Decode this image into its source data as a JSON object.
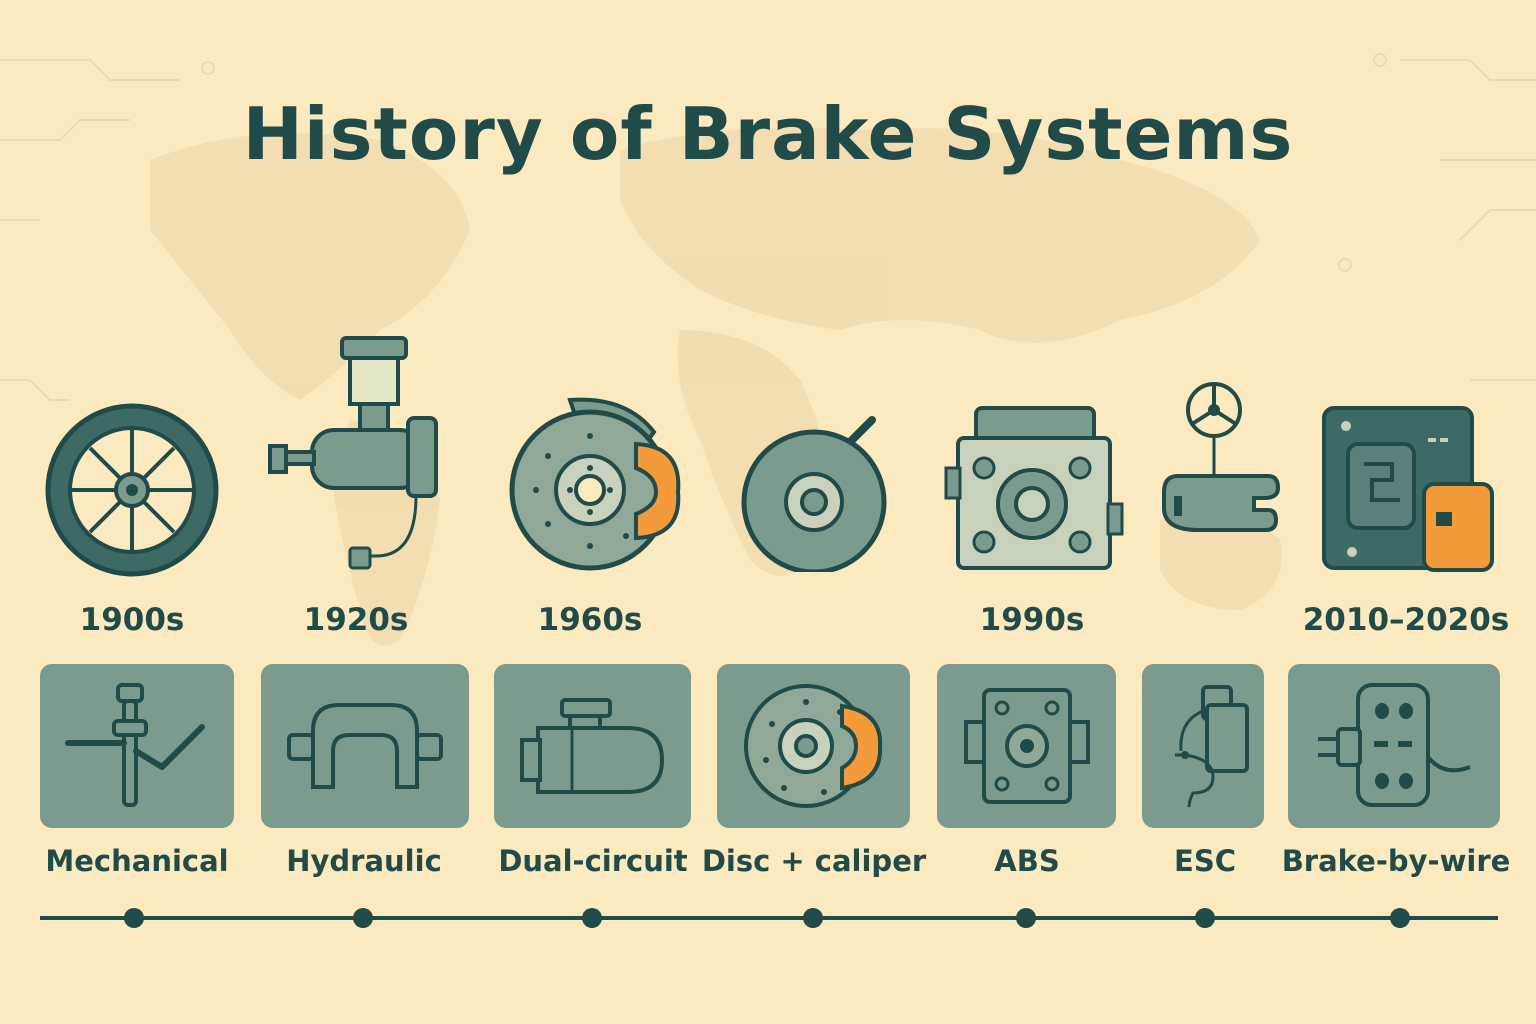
{
  "title": "History of Brake Systems",
  "colors": {
    "background": "#fbe9c0",
    "ink": "#214b49",
    "icon_fill": "#7a9b8d",
    "accent": "#f39a3a"
  },
  "milestones": [
    {
      "year": "1900s",
      "label": "Mechanical",
      "top_icon": "spoked-wheel-icon",
      "tile_icon": "lever-linkage-icon"
    },
    {
      "year": "1920s",
      "label": "Hydraulic",
      "top_icon": "master-cylinder-icon",
      "tile_icon": "hydraulic-cylinder-icon"
    },
    {
      "year": "1960s",
      "label": "Dual-circuit",
      "top_icon": "disc-rotor-caliper-icon",
      "tile_icon": "dual-master-cylinder-icon"
    },
    {
      "year": "",
      "label": "Disc + caliper",
      "top_icon": "brake-drum-icon",
      "tile_icon": "disc-caliper-icon"
    },
    {
      "year": "1990s",
      "label": "ABS",
      "top_icon": "abs-module-icon",
      "tile_icon": "abs-block-icon"
    },
    {
      "year": "",
      "label": "ESC",
      "top_icon": "steering-sensor-icon",
      "tile_icon": "esc-unit-icon"
    },
    {
      "year": "2010–2020s",
      "label": "Brake-by-wire",
      "top_icon": "electronic-control-unit-icon",
      "tile_icon": "actuator-module-icon"
    }
  ]
}
